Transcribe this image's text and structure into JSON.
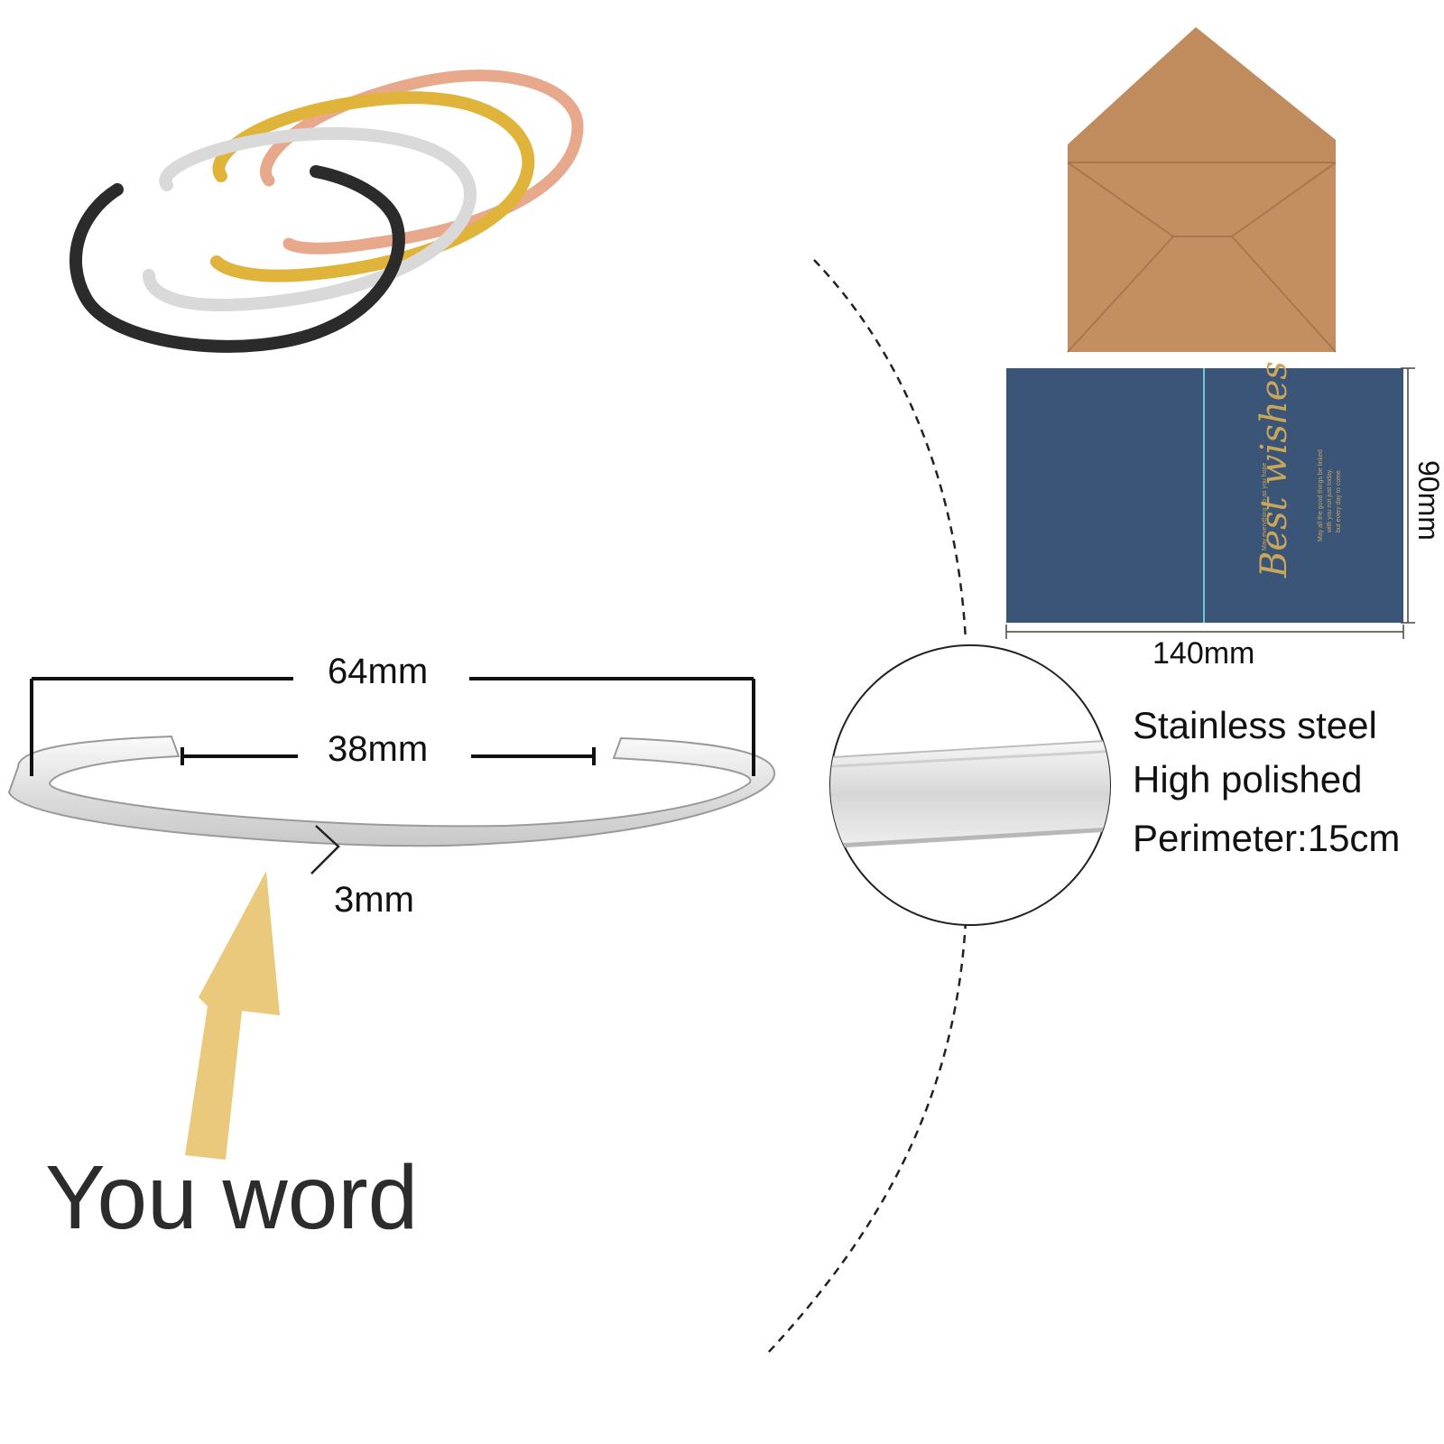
{
  "dimensions": {
    "outer_width": "64mm",
    "inner_gap": "38mm",
    "band_width": "3mm"
  },
  "card": {
    "width": "140mm",
    "height": "90mm",
    "script_text": "Best wishes",
    "small_line_1": "May everything go as you hope",
    "small_line_2": "May all the good things be linked",
    "small_line_3": "with you not just today,",
    "small_line_4": "but every day to come."
  },
  "specs": {
    "material": "Stainless steel",
    "finish": "High polished",
    "perimeter": "Perimeter:15cm"
  },
  "engrave_label": "You word",
  "bangle_colors": [
    {
      "name": "black",
      "hex": "#2b2b2b"
    },
    {
      "name": "silver",
      "hex": "#d9d9d9"
    },
    {
      "name": "gold",
      "hex": "#e0b43a"
    },
    {
      "name": "rose-gold",
      "hex": "#e8a88c"
    }
  ],
  "colors": {
    "envelope": "#c18c5d",
    "card": "#3b5578",
    "card_text": "#c9a65a",
    "arrow": "#ebc97c"
  }
}
